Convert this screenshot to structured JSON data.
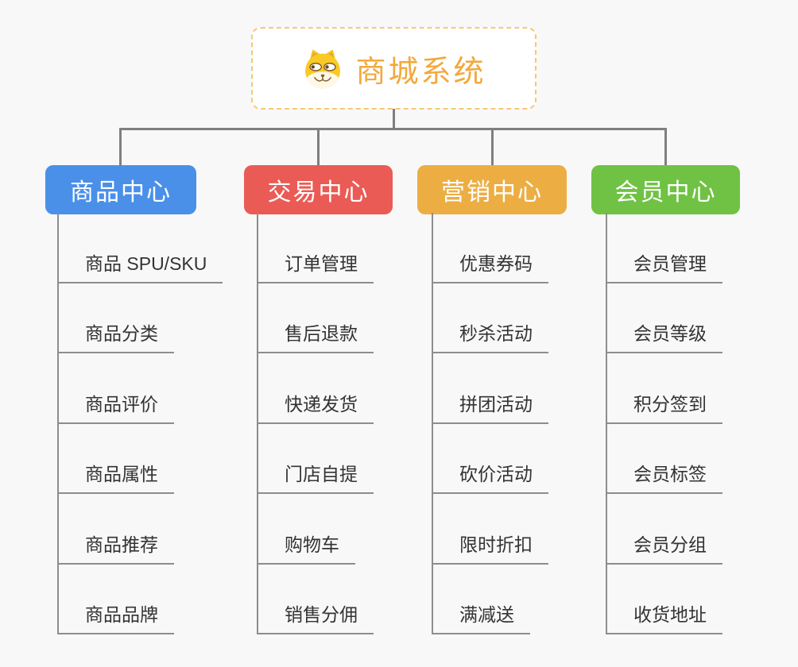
{
  "root": {
    "title": "商城系统",
    "icon": "doge-icon"
  },
  "branches": [
    {
      "label": "商品中心",
      "color": "#4a90e9",
      "items": [
        "商品 SPU/SKU",
        "商品分类",
        "商品评价",
        "商品属性",
        "商品推荐",
        "商品品牌"
      ]
    },
    {
      "label": "交易中心",
      "color": "#ea5b55",
      "items": [
        "订单管理",
        "售后退款",
        "快递发货",
        "门店自提",
        "购物车",
        "销售分佣"
      ]
    },
    {
      "label": "营销中心",
      "color": "#ecae43",
      "items": [
        "优惠券码",
        "秒杀活动",
        "拼团活动",
        "砍价活动",
        "限时折扣",
        "满减送"
      ]
    },
    {
      "label": "会员中心",
      "color": "#70c244",
      "items": [
        "会员管理",
        "会员等级",
        "积分签到",
        "会员标签",
        "会员分组",
        "收货地址"
      ]
    }
  ],
  "colors": {
    "background": "#f8f8f8",
    "connector": "#7f7f7f",
    "item_line": "#8d8d8d",
    "item_text": "#333333",
    "root_title": "#f2a93d",
    "root_border": "#f7c873",
    "branch_text": "#ffffff"
  }
}
